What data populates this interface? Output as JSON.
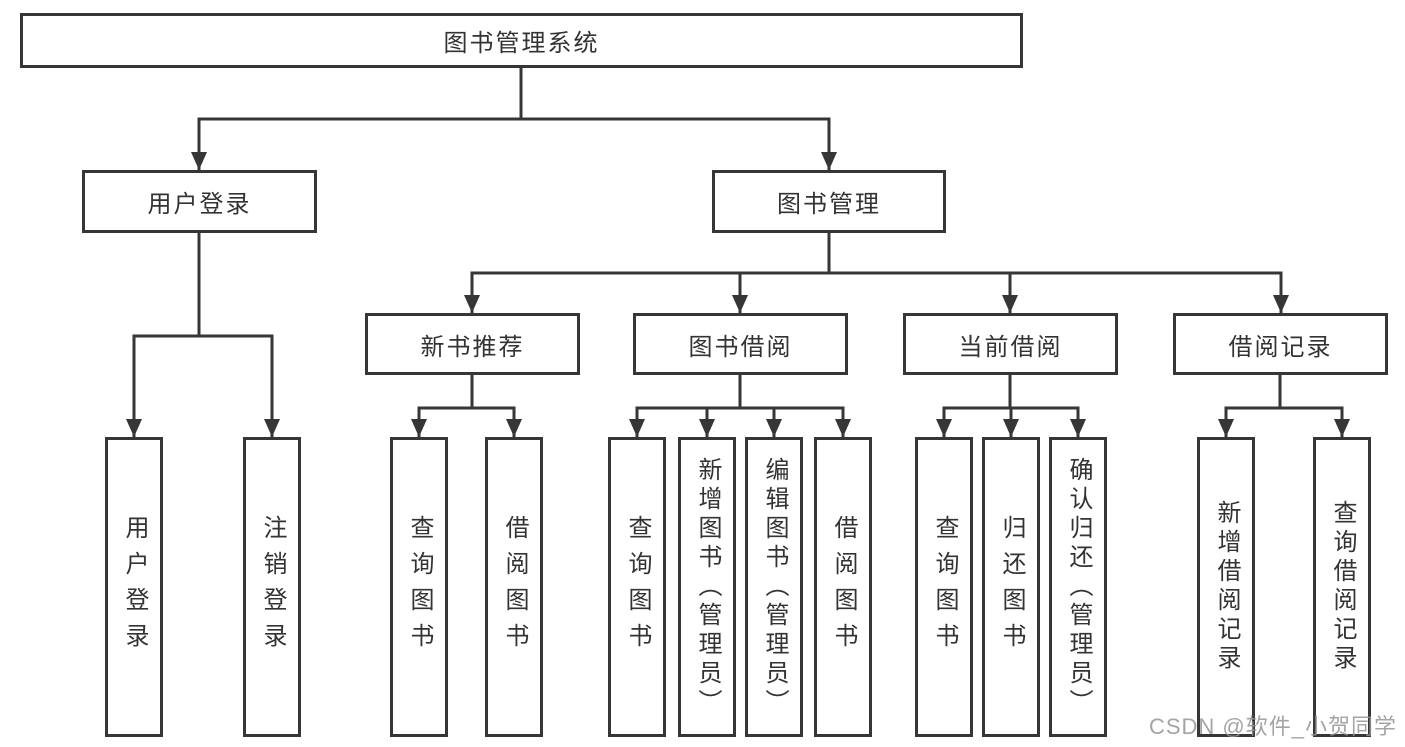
{
  "tree": {
    "label": "图书管理系统",
    "children": [
      {
        "label": "用户登录",
        "children": [
          {
            "label": "用户登录"
          },
          {
            "label": "注销登录"
          }
        ]
      },
      {
        "label": "图书管理",
        "children": [
          {
            "label": "新书推荐",
            "children": [
              {
                "label": "查询图书"
              },
              {
                "label": "借阅图书"
              }
            ]
          },
          {
            "label": "图书借阅",
            "children": [
              {
                "label": "查询图书"
              },
              {
                "label": "新增图书（管理员）"
              },
              {
                "label": "编辑图书（管理员）"
              },
              {
                "label": "借阅图书"
              }
            ]
          },
          {
            "label": "当前借阅",
            "children": [
              {
                "label": "查询图书"
              },
              {
                "label": "归还图书"
              },
              {
                "label": "确认归还（管理员）"
              }
            ]
          },
          {
            "label": "借阅记录",
            "children": [
              {
                "label": "新增借阅记录"
              },
              {
                "label": "查询借阅记录"
              }
            ]
          }
        ]
      }
    ]
  },
  "watermark": {
    "text": "CSDN @软件_小贺同学"
  },
  "colors": {
    "line": "#363636",
    "box_border": "#363636",
    "text": "#333333",
    "background": "#ffffff",
    "watermark": "#949494"
  }
}
